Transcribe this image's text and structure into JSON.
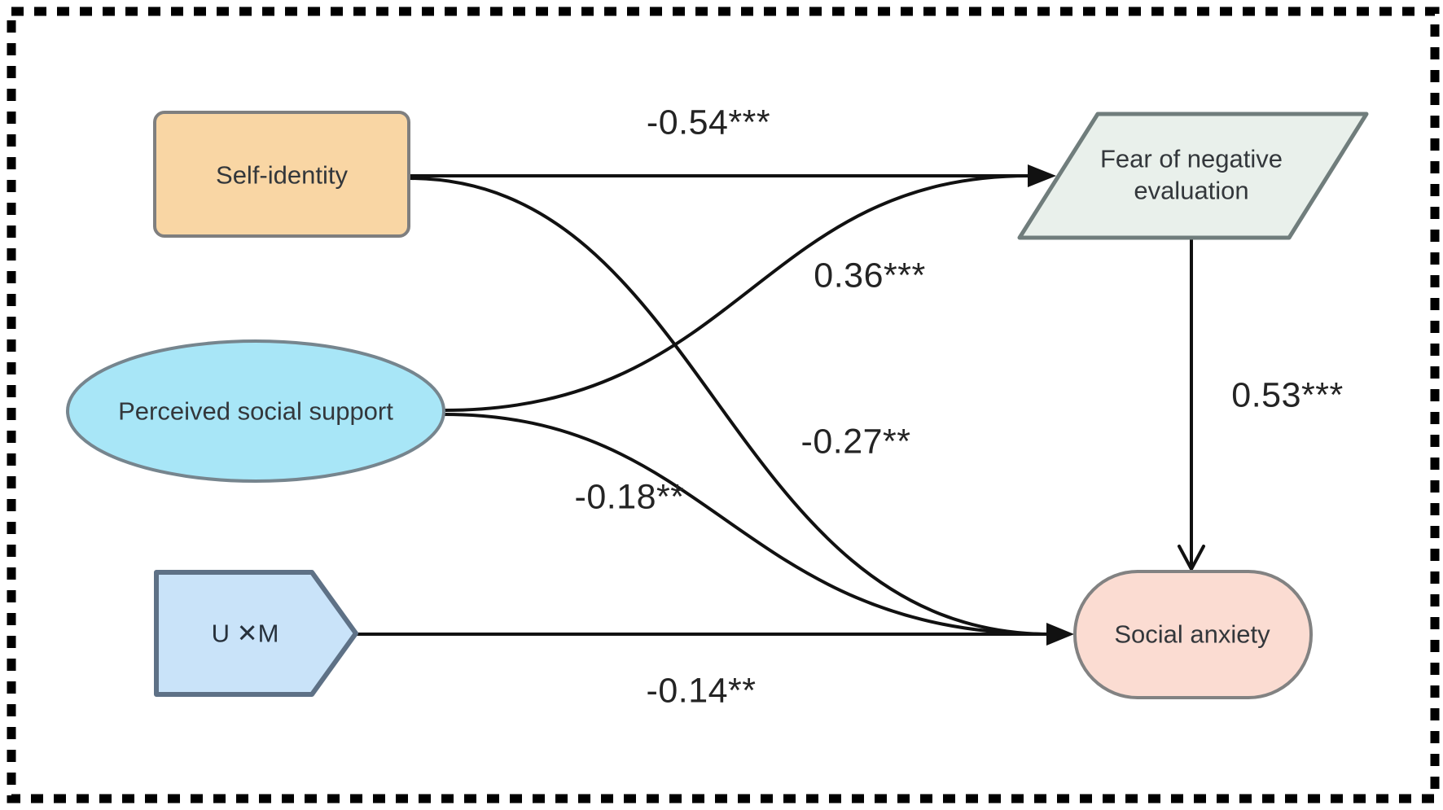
{
  "figure": {
    "background": "#ffffff",
    "border_color": "#000000",
    "line_color": "#111111"
  },
  "nodes": {
    "self_identity": {
      "label": "Self-identity",
      "shape": "rounded-rectangle",
      "fill": "#f9d6a4",
      "stroke": "#7f7f7f"
    },
    "perceived_social_support": {
      "label": "Perceived social support",
      "shape": "ellipse",
      "fill": "#a8e6f7",
      "stroke": "#76858e"
    },
    "u_x_m": {
      "label": "U ✕M",
      "shape": "pentagon-arrow",
      "fill": "#c9e3f9",
      "stroke": "#5e7186"
    },
    "fear_of_negative_evaluation": {
      "label": "Fear of negative evaluation",
      "shape": "parallelogram",
      "fill": "#e9f0eb",
      "stroke": "#707d7c"
    },
    "social_anxiety": {
      "label": "Social anxiety",
      "shape": "stadium",
      "fill": "#fbdcd2",
      "stroke": "#828282"
    }
  },
  "paths": [
    {
      "from": "self_identity",
      "to": "fear_of_negative_evaluation",
      "coefficient": "-0.54***"
    },
    {
      "from": "perceived_social_support",
      "to": "fear_of_negative_evaluation",
      "coefficient": "0.36***"
    },
    {
      "from": "self_identity",
      "to": "social_anxiety",
      "coefficient": "-0.27**"
    },
    {
      "from": "perceived_social_support",
      "to": "social_anxiety",
      "coefficient": "-0.18**"
    },
    {
      "from": "u_x_m",
      "to": "social_anxiety",
      "coefficient": "-0.14**"
    },
    {
      "from": "fear_of_negative_evaluation",
      "to": "social_anxiety",
      "coefficient": "0.53***"
    }
  ]
}
